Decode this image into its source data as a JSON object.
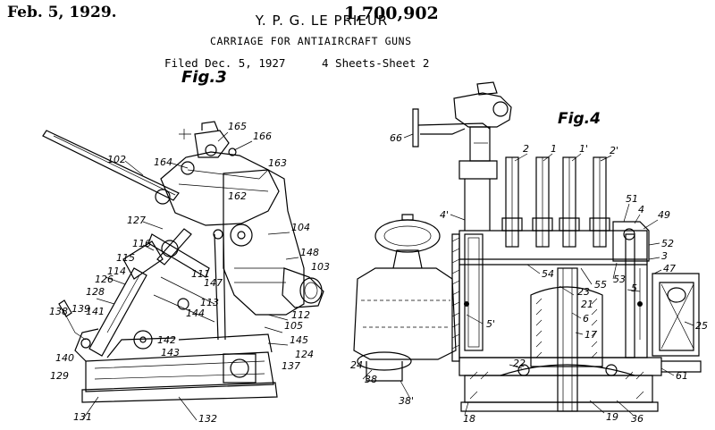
{
  "header": {
    "date": "Feb. 5, 1929.",
    "inventor": "Y. P. G. LE PRIEUR",
    "patent_number": "1,700,902",
    "title": "CARRIAGE FOR ANTIAIRCRAFT GUNS",
    "filed": "Filed Dec. 5, 1927",
    "sheets": "4 Sheets-Sheet  2"
  },
  "figures": {
    "fig3_label": "Fig.3",
    "fig4_label": "Fig.4"
  },
  "fig3_numerals": {
    "n102": "102",
    "n165": "165",
    "n166": "166",
    "n164": "164",
    "n163": "163",
    "n162": "162",
    "n127": "127",
    "n104": "104",
    "n116": "116",
    "n148": "148",
    "n115": "115",
    "n103": "103",
    "n114": "114",
    "n111": "111",
    "n126": "126",
    "n147": "147",
    "n128": "128",
    "n113": "113",
    "n112": "112",
    "n138": "138",
    "n139": "139",
    "n141": "141",
    "n144": "144",
    "n105": "105",
    "n142": "142",
    "n145": "145",
    "n143": "143",
    "n124": "124",
    "n140": "140",
    "n137": "137",
    "n129": "129",
    "n131": "131",
    "n132": "132"
  },
  "fig4_numerals": {
    "n66": "66",
    "n2": "2",
    "n1": "1",
    "n1p": "1'",
    "n2p": "2'",
    "n4p": "4'",
    "n51": "51",
    "n4": "4",
    "n49": "49",
    "n52": "52",
    "n3": "3",
    "n47": "47",
    "n54": "54",
    "n55": "55",
    "n53": "53",
    "n23": "23",
    "n21": "21",
    "n5": "5",
    "n5p": "5'",
    "n6": "6",
    "n25": "25",
    "n17": "17",
    "n22": "22",
    "n24": "24",
    "n38": "38",
    "n61": "61",
    "n38p": "38'",
    "n18": "18",
    "n19": "19",
    "n36": "36"
  }
}
